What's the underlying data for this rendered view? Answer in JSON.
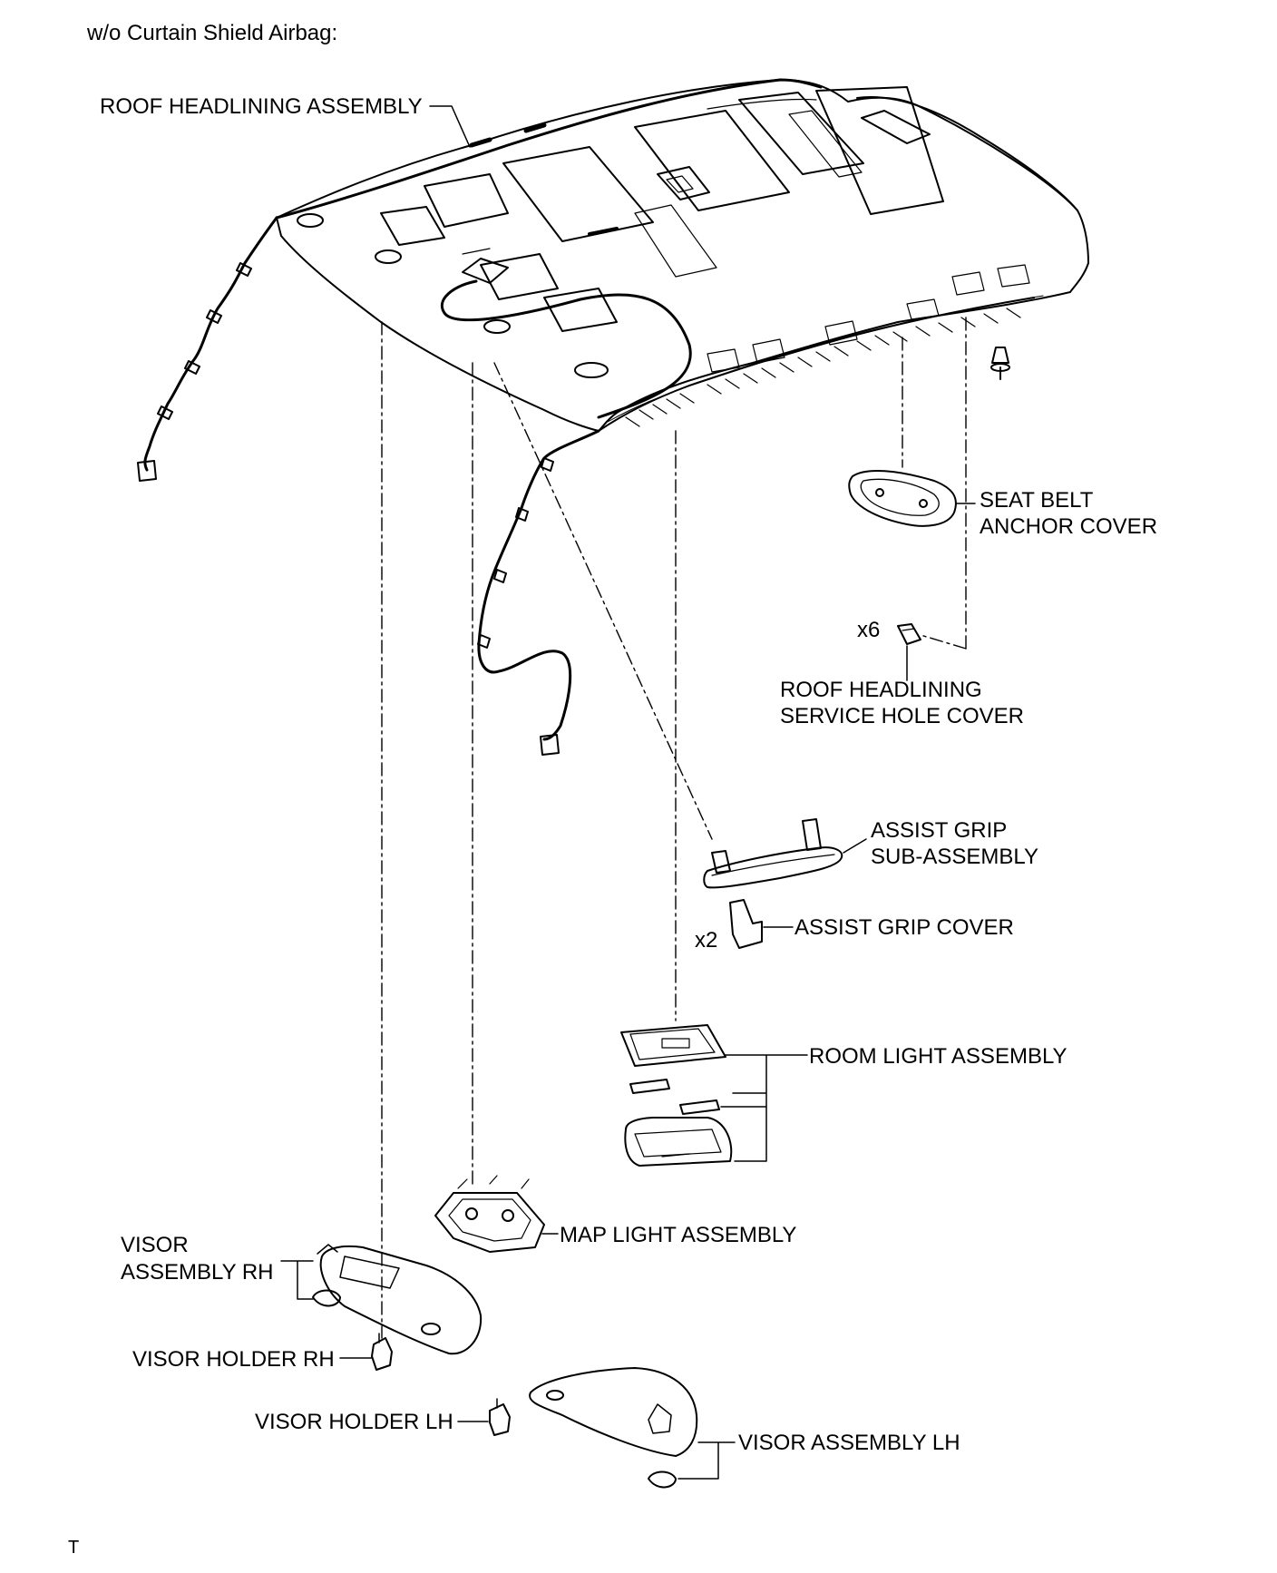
{
  "diagram": {
    "caption": "w/o Curtain Shield Airbag:",
    "footer_mark": "T",
    "labels": {
      "roof_headlining": "ROOF HEADLINING ASSEMBLY",
      "seat_belt_1": "SEAT BELT",
      "seat_belt_2": "ANCHOR COVER",
      "service_hole_qty": "x6",
      "service_hole_1": "ROOF HEADLINING",
      "service_hole_2": "SERVICE HOLE COVER",
      "assist_grip_1": "ASSIST GRIP",
      "assist_grip_2": "SUB-ASSEMBLY",
      "assist_cover_qty": "x2",
      "assist_cover": "ASSIST GRIP COVER",
      "room_light": "ROOM LIGHT ASSEMBLY",
      "map_light": "MAP LIGHT ASSEMBLY",
      "visor_rh_1": "VISOR",
      "visor_rh_2": "ASSEMBLY RH",
      "visor_holder_rh": "VISOR HOLDER RH",
      "visor_holder_lh": "VISOR HOLDER LH",
      "visor_lh": "VISOR ASSEMBLY LH"
    }
  }
}
